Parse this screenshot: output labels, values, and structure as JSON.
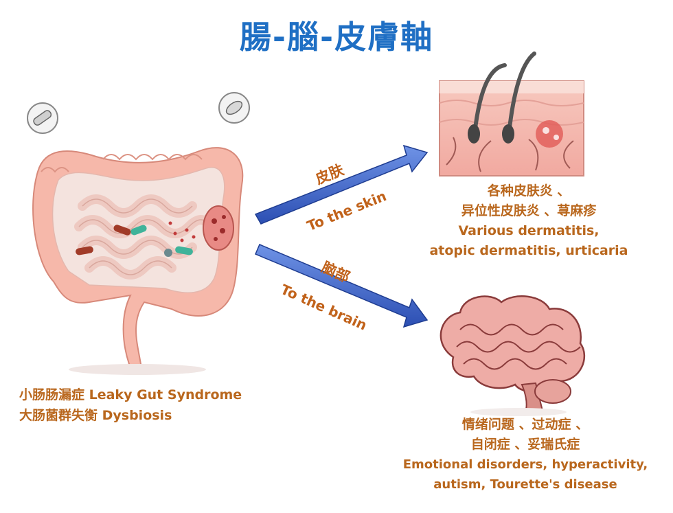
{
  "title": "腸-腦-皮膚軸",
  "arrows": {
    "skin_cn": "皮肤",
    "skin_en": "To the skin",
    "brain_cn": "脑部",
    "brain_en": "To the brain"
  },
  "gut": {
    "line1": "小肠肠漏症 Leaky Gut Syndrome",
    "line2": "大肠菌群失衡 Dysbiosis"
  },
  "skin": {
    "line1": "各种皮肤炎 、",
    "line2": "异位性皮肤炎 、荨麻疹",
    "line3": "Various dermatitis,",
    "line4": "atopic dermatitis, urticaria"
  },
  "brain": {
    "line1": "情绪问题 、过动症 、",
    "line2": "自闭症 、妥瑞氏症",
    "line3": "Emotional disorders, hyperactivity,",
    "line4": "autism, Tourette's disease"
  },
  "colors": {
    "title": "#1f6fc4",
    "text": "#b9671d",
    "arrow": "#3a63c9",
    "intestine": "#f2a89b",
    "brain": "#e9a6a0"
  }
}
